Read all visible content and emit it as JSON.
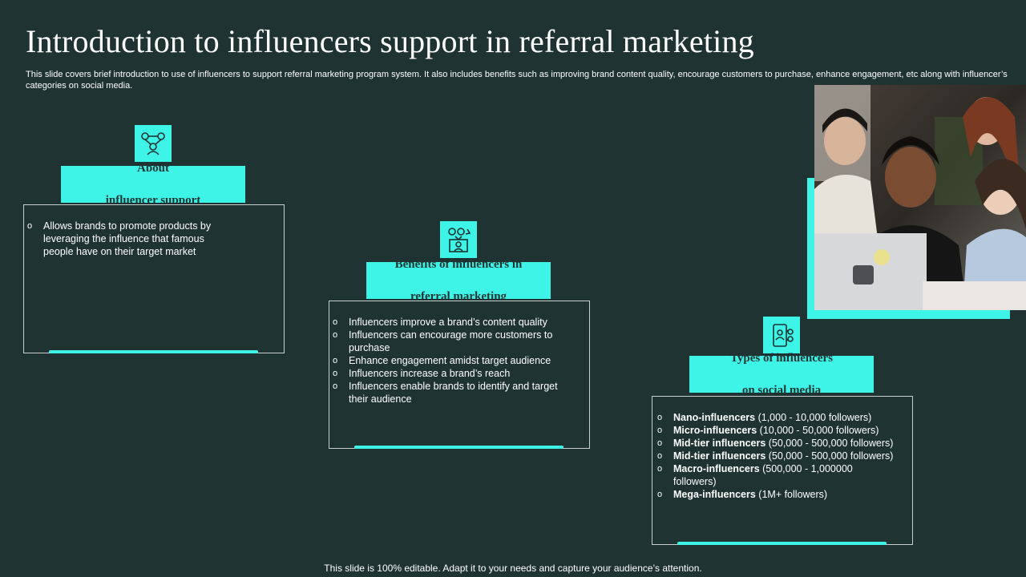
{
  "slide": {
    "title": "Introduction to influencers support in referral marketing",
    "subtitle": "This slide covers brief introduction to use of influencers to support referral marketing program system. It also includes benefits such as improving brand content quality, encourage customers to purchase, enhance engagement, etc along with influencer’s categories on social media.",
    "footer": "This slide is 100% editable. Adapt it to your needs and capture your audience’s attention."
  },
  "colors": {
    "background": "#1f3333",
    "accent": "#3ef4e6",
    "text": "#ffffff",
    "header_text": "#1f3333"
  },
  "sections": [
    {
      "icon": "influencer-network-icon",
      "header_line1": "About",
      "header_line2": "influencer support",
      "items": [
        "Allows brands to promote products by leveraging the influence that famous people have on their target market"
      ]
    },
    {
      "icon": "social-media-user-icon",
      "header_line1": "Benefits of influencers in",
      "header_line2": "referral marketing",
      "items": [
        "Influencers improve a brand’s content quality",
        "Influencers can encourage more customers to purchase",
        "Enhance engagement amidst target audience",
        "Influencers increase a brand’s reach",
        "Influencers enable brands to identify and target their audience"
      ]
    },
    {
      "icon": "mobile-influencer-icon",
      "header_line1": "Types of influencers",
      "header_line2": "on social media",
      "items": [
        {
          "bold": "Nano-influencers",
          "rest": " (1,000 - 10,000 followers)"
        },
        {
          "bold": "Micro-influencers",
          "rest": " (10,000 - 50,000 followers)"
        },
        {
          "bold": "Mid-tier influencers",
          "rest": " (50,000 - 500,000 followers)"
        },
        {
          "bold": "Mid-tier influencers",
          "rest": " (50,000 - 500,000 followers)"
        },
        {
          "bold": "Macro-influencers",
          "rest": " (500,000 - 1,000000 followers)"
        },
        {
          "bold": "Mega-influencers",
          "rest": " (1M+ followers)"
        }
      ]
    }
  ],
  "bullet_symbol": "o"
}
